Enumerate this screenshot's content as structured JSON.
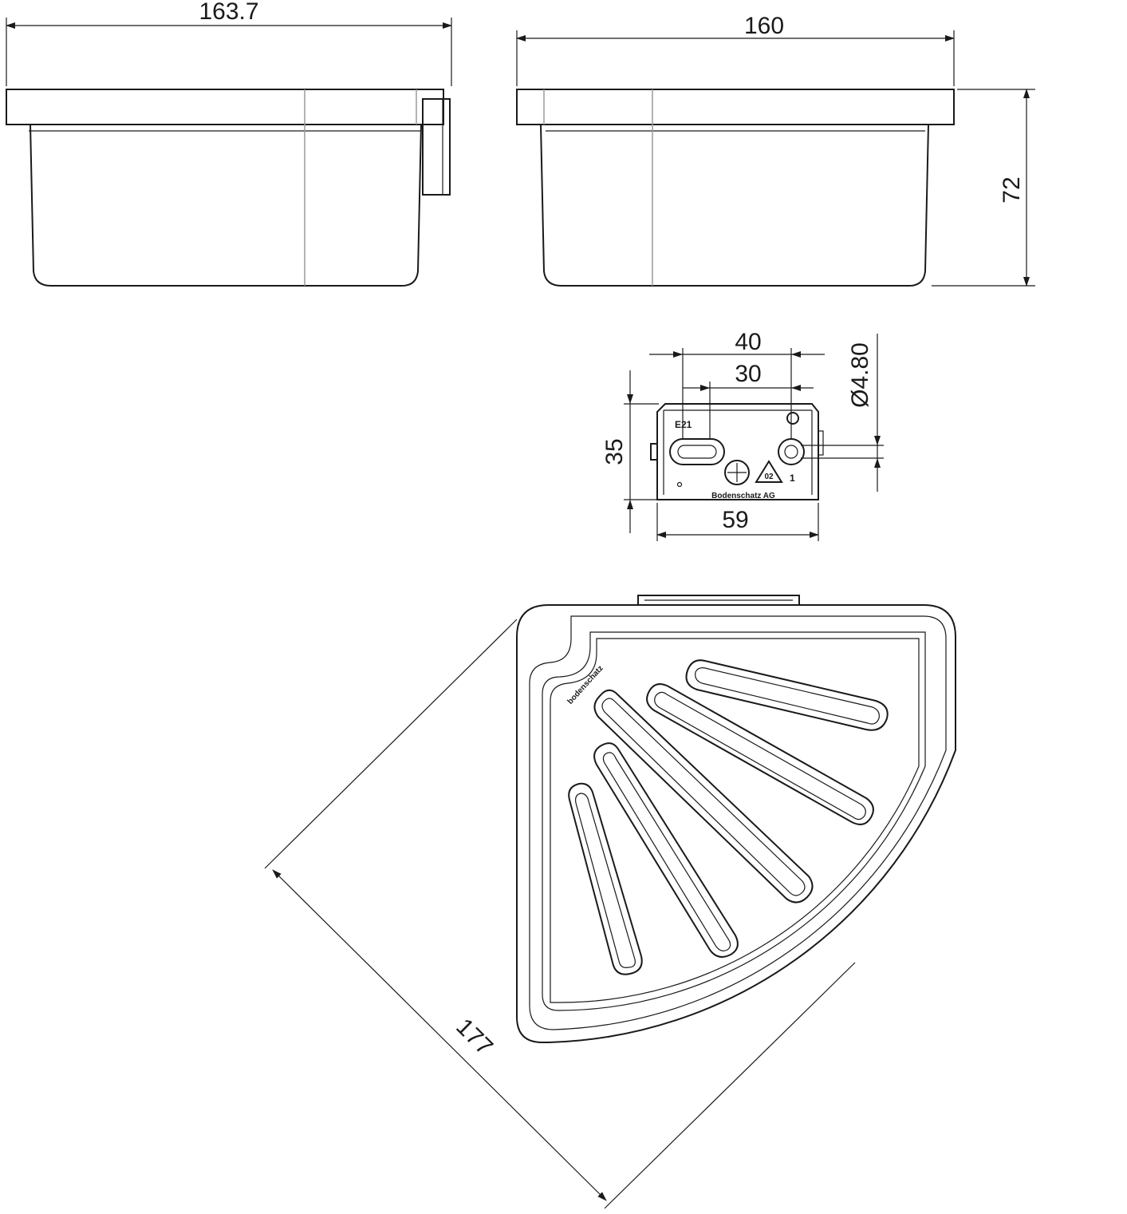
{
  "dimensions": {
    "side_width": "163.7",
    "front_width": "160",
    "height": "72",
    "bracket_span_outer": "40",
    "bracket_span_inner": "30",
    "hole_diameter": "Ø4.80",
    "bracket_height": "35",
    "bracket_width": "59",
    "diagonal": "177"
  },
  "bracket_labels": {
    "code": "E21",
    "recycling_number": "1",
    "recycling_code": "02",
    "maker": "Bodenschatz AG"
  },
  "top_view_labels": {
    "brand": "bodenschatz"
  }
}
